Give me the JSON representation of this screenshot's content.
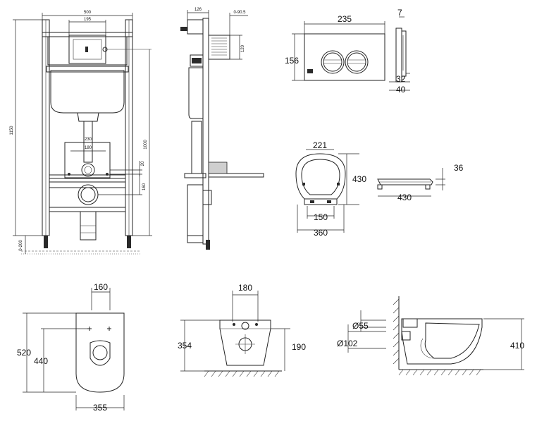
{
  "frame_view": {
    "width": "500",
    "inner_width": "195",
    "height_total": "1150",
    "height_1000": "1000",
    "bolt_spacing": "230",
    "bolt_inner": "180",
    "dim_20": "20",
    "dim_160": "160",
    "adjust": "0-200"
  },
  "side_view": {
    "depth": "126",
    "adjust": "0-90.5",
    "height": "120"
  },
  "flush_plate": {
    "width": "235",
    "height": "156",
    "thickness": "7",
    "dim_32": "32",
    "dim_40": "40"
  },
  "seat": {
    "width_top": "221",
    "length": "430",
    "width_hinge": "150",
    "width_total": "360",
    "side_length": "430",
    "side_height": "36"
  },
  "bowl_top": {
    "hole_spacing": "160",
    "length": "520",
    "inner": "440",
    "width": "355"
  },
  "bowl_back": {
    "hole_spacing": "180",
    "height": "354",
    "outlet_height": "190"
  },
  "bowl_side": {
    "inlet": "Ø55",
    "outlet": "Ø102",
    "height": "410"
  }
}
